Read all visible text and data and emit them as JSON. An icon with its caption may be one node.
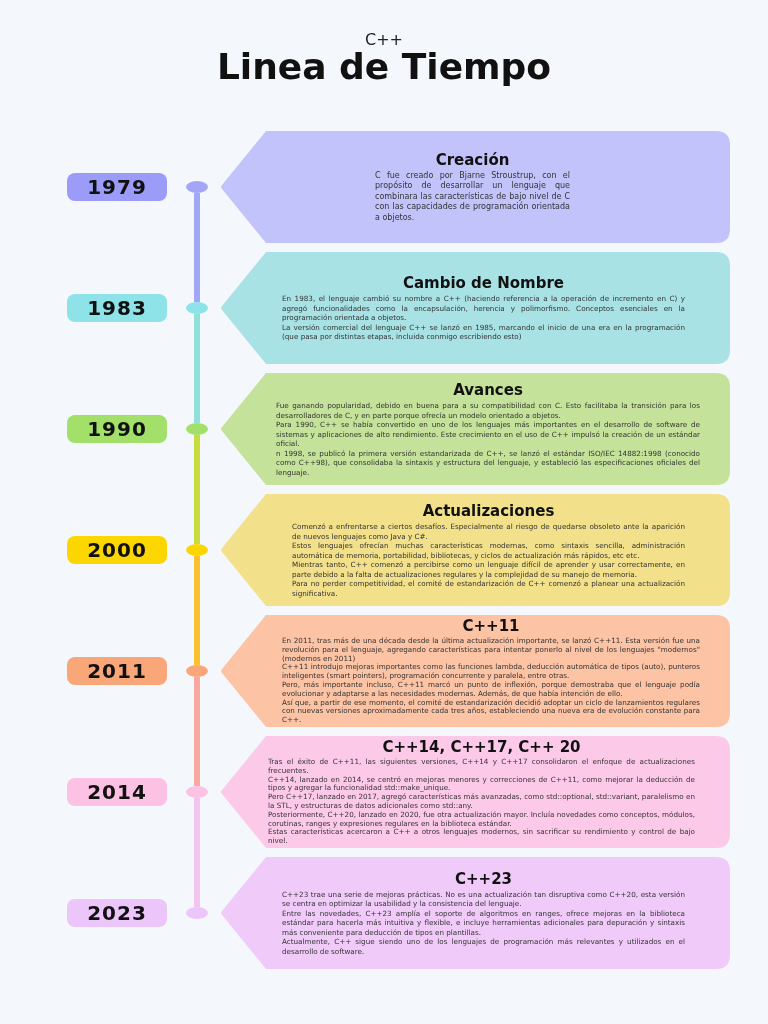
{
  "diagram": {
    "title": "Linea de Tiempo",
    "labels": [
      "C++"
    ],
    "nodes": [
      {
        "text": [
          "1979"
        ]
      },
      {
        "text": [],
        "shape": "circle"
      },
      {
        "text": [
          "Creación",
          "C fue creado por Bjarne Stroustrup, con el propósito de desarrollar un lenguaje que combinara las características de bajo nivel de C con las capacidades de programación orientada a objetos."
        ]
      },
      {
        "text": [
          "1983"
        ]
      },
      {
        "text": [],
        "shape": "circle"
      },
      {
        "text": [
          "Cambio de Nombre",
          "En 1983, el lenguaje cambió su nombre a C++ (haciendo referencia a la operación de incremento en C) y agregó funcionalidades como la encapsulación, herencia y polimorfismo. Conceptos esenciales en la programación orientada a objetos.",
          "La versión comercial del lenguaje C++ se lanzó en 1985, marcando el inicio de una era en la programación (que pasa por distintas etapas, incluida conmigo escribiendo esto)"
        ]
      },
      {
        "text": [
          "1990"
        ]
      },
      {
        "text": [],
        "shape": "circle"
      },
      {
        "text": [
          "Avances",
          "Fue ganando popularidad, debido en buena para a su compatibilidad con C. Esto facilitaba la transición para los desarrolladores de C, y en parte porque ofrecía un modelo orientado a objetos.",
          "Para 1990, C++ se había convertido en uno de los lenguajes más importantes en el desarrollo de software de sistemas y aplicaciones de alto rendimiento. Este crecimiento en el uso de C++ impulsó la creación de un estándar oficial.",
          "n 1998, se publicó la primera versión estandarizada de C++, se lanzó el estándar ISO/IEC 14882:1998 (conocido como C++98), que consolidaba la sintaxis y estructura del lenguaje, y estableció las especificaciones oficiales del lenguaje."
        ]
      },
      {
        "text": [
          "2000"
        ]
      },
      {
        "text": [],
        "shape": "circle"
      },
      {
        "text": [
          "Actualizaciones",
          "Comenzó a enfrentarse a ciertos desafíos. Especialmente al riesgo de quedarse obsoleto ante la aparición de nuevos lenguajes como Java y C#.",
          "Estos lenguajes ofrecían muchas características modernas, como sintaxis sencilla, administración automática de memoria, portabilidad, bibliotecas, y ciclos de actualización más rápidos, etc etc.",
          "Mientras tanto, C++ comenzó a percibirse como un lenguaje difícil de aprender y usar correctamente, en parte debido a la falta de actualizaciones regulares y la complejidad de su manejo de memoria.",
          "Para no perder competitividad, el comité de estandarización de C++ comenzó a planear una actualización significativa."
        ]
      },
      {
        "text": [
          "2011"
        ]
      },
      {
        "text": [],
        "shape": "circle"
      },
      {
        "text": [
          "C++11",
          "En 2011, tras más de una década desde la última actualización importante, se lanzó C++11. Esta versión fue una revolución para el lenguaje, agregando características para intentar ponerlo al nivel de los lenguajes \"modernos\" (modernos en 2011)",
          "C++11 introdujo mejoras importantes como las funciones lambda, deducción automática de tipos (auto), punteros inteligentes (smart pointers), programación concurrente y paralela, entre otras.",
          "Pero, más importante incluso, C++11 marcó un punto de inflexión, porque demostraba que el lenguaje podía evolucionar y adaptarse a las necesidades modernas. Además, de que había intención de ello.",
          "Así que, a partir de ese momento, el comité de estandarización decidió adoptar un ciclo de lanzamientos regulares con nuevas versiones aproximadamente cada tres años, estableciendo una nueva era de evolución constante para C++."
        ]
      },
      {
        "text": [
          "2014"
        ]
      },
      {
        "text": [],
        "shape": "circle"
      },
      {
        "text": [
          "C++14, C++17, C++ 20",
          "Tras el éxito de C++11, las siguientes versiones, C++14 y C++17 consolidaron el enfoque de actualizaciones frecuentes.",
          "C++14, lanzado en 2014, se centró en mejoras menores y correcciones de C++11, como mejorar la deducción de tipos y agregar la funcionalidad std::make_unique.",
          "Pero C++17, lanzado en 2017, agregó características más avanzadas, como std::optional, std::variant, paralelismo en la STL, y estructuras de datos adicionales como std::any.",
          "Posteriormente, C++20, lanzado en 2020, fue otra actualización mayor. Incluía novedades como conceptos, módulos, corutinas, ranges y expresiones regulares en la biblioteca estándar.",
          "Estas características acercaron a C++ a otros lenguajes modernos, sin sacrificar su rendimiento y control de bajo nivel."
        ]
      },
      {
        "text": [
          "2023"
        ]
      },
      {
        "text": [],
        "shape": "circle"
      },
      {
        "text": [
          "C++23",
          "C++23 trae una serie de mejoras prácticas. No es una actualización tan disruptiva como C++20, esta versión se centra en optimizar la usabilidad y la consistencia del lenguaje.",
          "Entre las novedades, C++23 amplía el soporte de algoritmos en ranges, ofrece mejoras en la biblioteca estándar para hacerla más intuitiva y flexible, e incluye herramientas adicionales para depuración y sintaxis más conveniente para deducción de tipos en plantillas.",
          "Actualmente, C++ sigue siendo uno de los lenguajes de programación más relevantes y utilizados en el desarrollo de software."
        ]
      }
    ],
    "edges": [
      {
        "from": 1,
        "to": 4,
        "arrow": "none",
        "color": "#a0a8f6"
      },
      {
        "from": 4,
        "to": 7,
        "arrow": "none",
        "color": "#8fe0d8"
      },
      {
        "from": 7,
        "to": 10,
        "arrow": "none",
        "color": "#c8dc40"
      },
      {
        "from": 10,
        "to": 13,
        "arrow": "none",
        "color": "#fbc030"
      },
      {
        "from": 13,
        "to": 16,
        "arrow": "none",
        "color": "#f8a8a0"
      },
      {
        "from": 16,
        "to": 19,
        "arrow": "none",
        "color": "#f2c4f0"
      }
    ]
  }
}
